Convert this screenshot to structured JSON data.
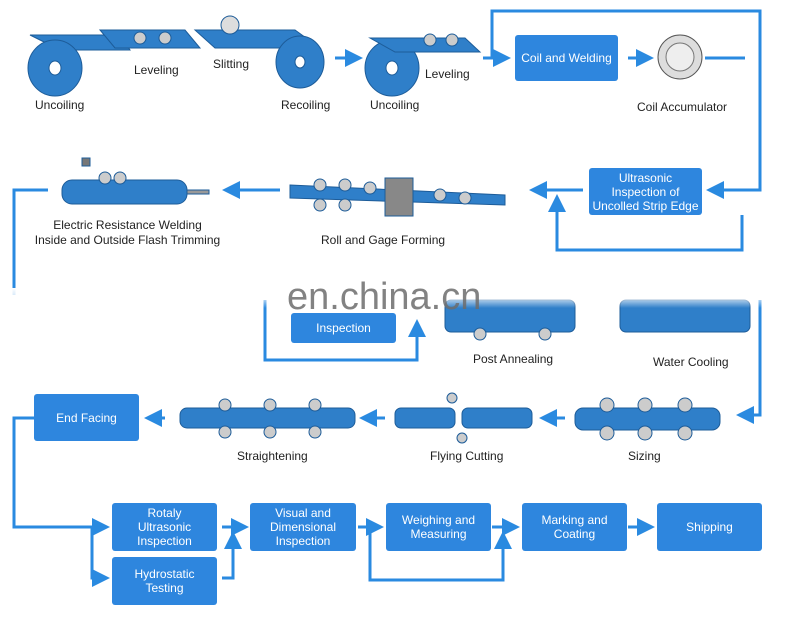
{
  "colors": {
    "accent": "#2e86de",
    "line": "#2a8ae0",
    "pipe": "#2f7fc9"
  },
  "watermark": "en.china.cn",
  "row1": {
    "uncoiling1": "Uncoiling",
    "leveling1": "Leveling",
    "slitting": "Slitting",
    "recoiling": "Recoiling",
    "uncoiling2": "Uncoiling",
    "leveling2": "Leveling",
    "coil_welding": "Coil and Welding",
    "coil_accumulator": "Coil Accumulator"
  },
  "row2": {
    "ultrasonic": "Ultrasonic\nInspection of\nUncolled Strip Edge",
    "roll_gage": "Roll and Gage Forming",
    "erw_line1": "Electric Resistance Welding",
    "erw_line2": "Inside and Outside Flash Trimming"
  },
  "row3": {
    "inspection": "Inspection",
    "post_annealing": "Post Annealing",
    "water_cooling": "Water Cooling"
  },
  "row4": {
    "sizing": "Sizing",
    "flying_cutting": "Flying Cutting",
    "straightening": "Straightening",
    "end_facing": "End Facing"
  },
  "row5": {
    "rotaly": "Rotaly\nUltrasonic\nInspection",
    "hydrostatic": "Hydrostatic\nTesting",
    "visual": "Visual and\nDimensional\nInspection",
    "weighing": "Weighing and\nMeasuring",
    "marking": "Marking and\nCoating",
    "shipping": "Shipping"
  }
}
